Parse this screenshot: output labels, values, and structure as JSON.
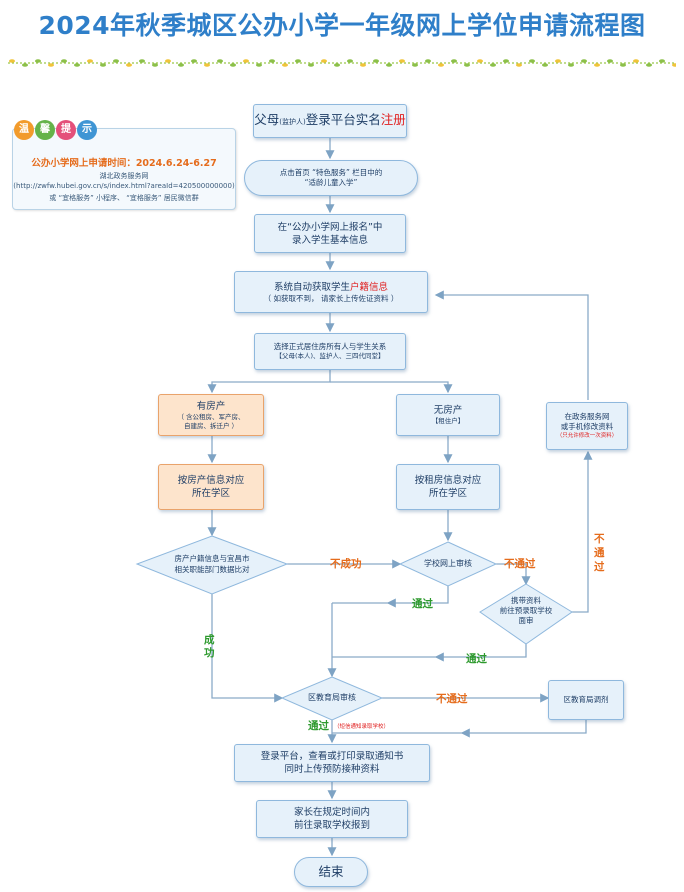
{
  "title": "2024年秋季城区公办小学一年级网上学位申请流程图",
  "tip": {
    "badges": [
      "温",
      "馨",
      "提",
      "示"
    ],
    "badge_colors": [
      "#f29b2c",
      "#65b34a",
      "#e4507a",
      "#3f95d4"
    ],
    "time": "公办小学网上申请时间：2024.6.24-6.27",
    "line1": "湖北政务服务网",
    "line2": "(http://zwfw.hubei.gov.cn/s/index.html?areaId=420500000000)",
    "line3": "或 “宜格服务” 小程序、 “宜格服务” 居民微信群"
  },
  "nodes": {
    "register": {
      "pre": "父母",
      "small": "(监护人)",
      "mid": "登录平台实名",
      "red": "注册"
    },
    "home": {
      "line1": "点击首页 “特色服务” 栏目中的",
      "line2": "“适龄儿童入学”"
    },
    "enter": {
      "line1": "在“公办小学网上报名”中",
      "line2": "录入学生基本信息"
    },
    "auto": {
      "pre": "系统自动获取学生",
      "red": "户籍信息",
      "line2": "（ 如获取不到， 请家长上传佐证资料 ）"
    },
    "select": {
      "line1": "选择正式居住房所有人与学生关系",
      "line2": "【父母(本人)、监护人、三四代同堂】"
    },
    "house": {
      "title": "有房产",
      "line1": "（ 含公租房、军产房、",
      "line2": "自建房、拆迁户 ）"
    },
    "nohouse": {
      "title": "无房产",
      "line1": "【租住户】"
    },
    "modify": {
      "line1": "在政务服务网",
      "line2": "或手机修改资料",
      "note": "（只允许修改一次资料）"
    },
    "match_house": {
      "line1": "按房产信息对应",
      "line2": "所在学区"
    },
    "match_rent": {
      "line1": "按租房信息对应",
      "line2": "所在学区"
    },
    "compare": {
      "line1": "房产户籍信息与宜昌市",
      "line2": "相关职能部门数据比对"
    },
    "school_review": {
      "line1": "学校网上审核"
    },
    "interview": {
      "line1": "携带资料",
      "line2": "前往预录取学校",
      "line3": "面审"
    },
    "bureau_review": {
      "line1": "区教育局审核"
    },
    "bureau_adjust": {
      "line1": "区教育局调剂"
    },
    "print": {
      "line1": "登录平台，查看或打印录取通知书",
      "line2": "同时上传预防接种资料"
    },
    "report": {
      "line1": "家长在规定时间内",
      "line2": "前往录取学校报到"
    },
    "end": {
      "line1": "结束"
    }
  },
  "edges": {
    "fail": "不成功",
    "success_1": "成",
    "success_2": "功",
    "pass_school": "通过",
    "reject_school": "不通过",
    "reject_modify_1": "不",
    "reject_modify_2": "通",
    "reject_modify_3": "过",
    "pass_interview": "通过",
    "reject_bureau": "不通过",
    "pass_bureau": "通过",
    "pass_bureau_note": "（短信通知录取学校）"
  }
}
